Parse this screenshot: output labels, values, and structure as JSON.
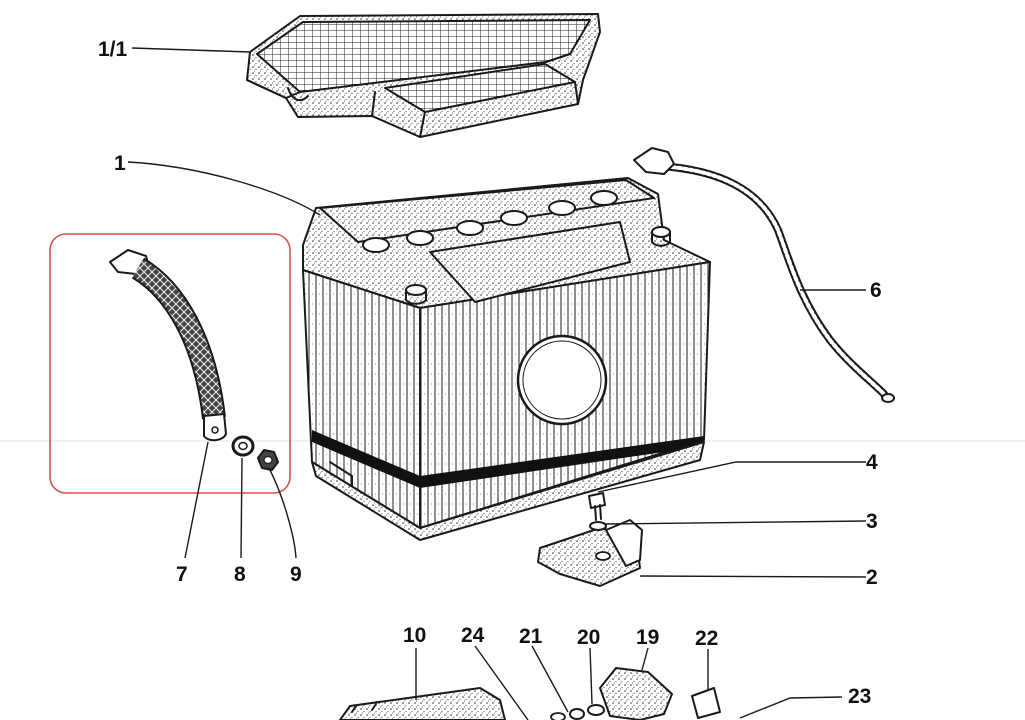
{
  "diagram": {
    "callouts": {
      "c_1_1": "1/1",
      "c_1": "1",
      "c_6": "6",
      "c_4": "4",
      "c_3": "3",
      "c_2": "2",
      "c_7": "7",
      "c_8": "8",
      "c_9": "9",
      "c_10": "10",
      "c_24": "24",
      "c_21": "21",
      "c_20": "20",
      "c_19": "19",
      "c_22": "22",
      "c_23": "23"
    },
    "highlight_color": "#d9534f",
    "ink_color": "#1a1a1a"
  }
}
